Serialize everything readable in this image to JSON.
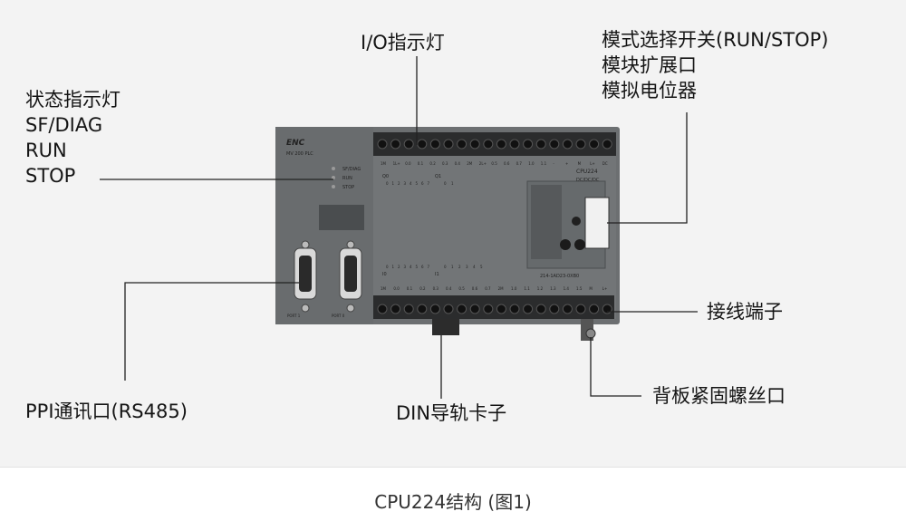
{
  "labels": {
    "io_indicator": "I/O指示灯",
    "mode_switch": [
      "模式选择开关(RUN/STOP)",
      "模块扩展口",
      "模拟电位器"
    ],
    "status_indicator": [
      "状态指示灯",
      "SF/DIAG",
      "RUN",
      "STOP"
    ],
    "terminal": "接线端子",
    "ppi_port": "PPI通讯口(RS485)",
    "din_clip": "DIN导轨卡子",
    "mount_hole": "背板紧固螺丝口"
  },
  "device": {
    "brand": "ENC",
    "series": "MV 200 PLC",
    "model": "CPU224",
    "power": "DC/DC/DC",
    "order_no": "214-1AD23-0XB0",
    "leds": [
      "SF/DIAG",
      "RUN",
      "STOP"
    ],
    "port_labels": [
      "PORT 1",
      "PORT 0"
    ],
    "top_terminals": [
      "1M",
      "1L+",
      "0.0",
      "0.1",
      "0.2",
      "0.3",
      "0.4",
      "2M",
      "2L+",
      "0.5",
      "0.6",
      "0.7",
      "1.0",
      "1.1",
      "-",
      "+",
      "M",
      "L+",
      "DC"
    ],
    "top_io_row_a": "Q0",
    "top_io_row_b": "Q1",
    "top_io_numbers_a": [
      "0",
      "1",
      "2",
      "3",
      "4",
      "5",
      "6",
      "7"
    ],
    "top_io_numbers_b": [
      "0",
      "1"
    ],
    "bottom_io_row_a": "I0",
    "bottom_io_row_b": "I1",
    "bottom_io_numbers_a": [
      "0",
      "1",
      "2",
      "3",
      "4",
      "5",
      "6",
      "7"
    ],
    "bottom_io_numbers_b": [
      "0",
      "1",
      "2",
      "3",
      "4",
      "5"
    ],
    "bottom_terminals": [
      "1M",
      "0.0",
      "0.1",
      "0.2",
      "0.3",
      "0.4",
      "0.5",
      "0.6",
      "0.7",
      "2M",
      "1.0",
      "1.1",
      "1.2",
      "1.3",
      "1.4",
      "1.5",
      "M",
      "L+"
    ]
  },
  "caption": "CPU224结构 (图1)"
}
